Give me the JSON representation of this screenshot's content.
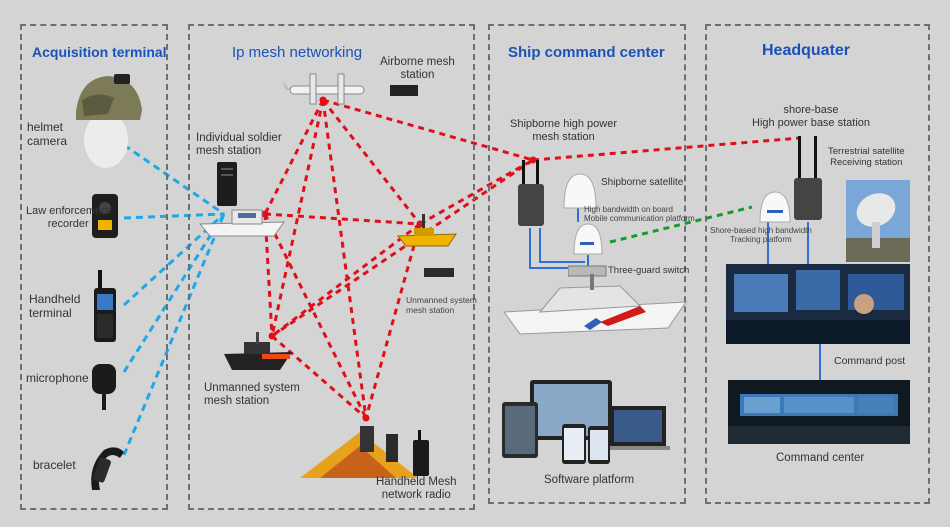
{
  "panels": {
    "acquisition": "Acquisition terminal",
    "mesh": "Ip mesh networking",
    "ship": "Ship command center",
    "hq": "Headquater"
  },
  "acquisition_devices": {
    "helmet": "helmet\ncamera",
    "law": "Law enforcement\nrecorder",
    "handheld": "Handheld\nterminal",
    "microphone": "microphone",
    "bracelet": "bracelet"
  },
  "mesh_nodes": {
    "airborne": "Airborne mesh\nstation",
    "soldier": "Individual soldier\nmesh station",
    "unmanned_small": "Unmanned system\nmesh station",
    "unmanned_big": "Unmanned system\nmesh station",
    "radio": "Handheld Mesh\nnetwork radio"
  },
  "ship_nodes": {
    "hp_mesh": "Shipborne high power\nmesh station",
    "satellite": "Shipborne satellite",
    "broadband": "High bandwidth on board\nMobile communication platform",
    "switch": "Three-guard switch",
    "software": "Software platform"
  },
  "hq_nodes": {
    "shore": "shore-base\nHigh power base station",
    "terrestrial": "Terrestrial satellite\nReceiving station",
    "tracking": "Shore-based high bandwidth\nTracking platform",
    "command_post": "Command post",
    "command_center": "Command center"
  },
  "colors": {
    "panel_title": "#1a52b8",
    "mesh_link": "#e0101a",
    "device_link": "#1ea8e6",
    "satellite_link": "#1a9a2a",
    "network_line": "#2f6fd8"
  }
}
